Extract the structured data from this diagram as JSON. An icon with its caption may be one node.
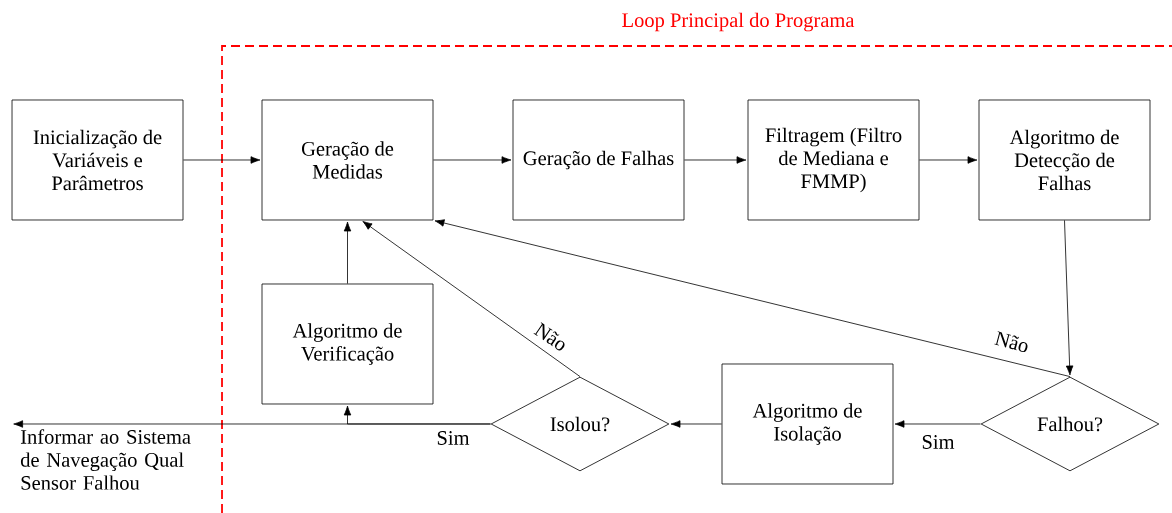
{
  "diagram": {
    "nodes": [
      {
        "text": [
          "Inicialização de Variáveis e Parâmetros"
        ]
      },
      {
        "text": [
          "Geração de Medidas"
        ]
      },
      {
        "text": [
          "Geração de Falhas"
        ]
      },
      {
        "text": [
          "Filtragem (Filtro de Mediana e FMMP)"
        ]
      },
      {
        "text": [
          "Algoritmo de Detecção de Falhas"
        ]
      },
      {
        "text": [
          "Algoritmo de Verificação"
        ]
      },
      {
        "text": [
          "Isolou?"
        ]
      },
      {
        "text": [
          "Algoritmo de Isolação"
        ]
      },
      {
        "text": [
          "Falhou?"
        ]
      },
      {
        "text": [
          "Informar ao Sistema de Navegação Qual Sensor Falhou"
        ]
      }
    ],
    "edges": [
      {
        "from": 0,
        "to": 1,
        "arrow": "to"
      },
      {
        "from": 1,
        "to": 2,
        "arrow": "to"
      },
      {
        "from": 2,
        "to": 3,
        "arrow": "to"
      },
      {
        "from": 3,
        "to": 4,
        "arrow": "to"
      },
      {
        "from": 4,
        "to": 8,
        "arrow": "to"
      },
      {
        "from": 8,
        "to": 7,
        "arrow": "to",
        "label": "Sim"
      },
      {
        "from": 8,
        "to": 1,
        "arrow": "to",
        "label": "Não"
      },
      {
        "from": 7,
        "to": 6,
        "arrow": "to"
      },
      {
        "from": 6,
        "to": 1,
        "arrow": "to",
        "label": "Não"
      },
      {
        "from": 6,
        "to": 9,
        "arrow": "to",
        "label": "Sim"
      },
      {
        "from": 6,
        "to": 5,
        "arrow": "to"
      },
      {
        "from": 5,
        "to": 1,
        "arrow": "to"
      }
    ],
    "labels": [
      "Loop Principal do Programa"
    ]
  }
}
